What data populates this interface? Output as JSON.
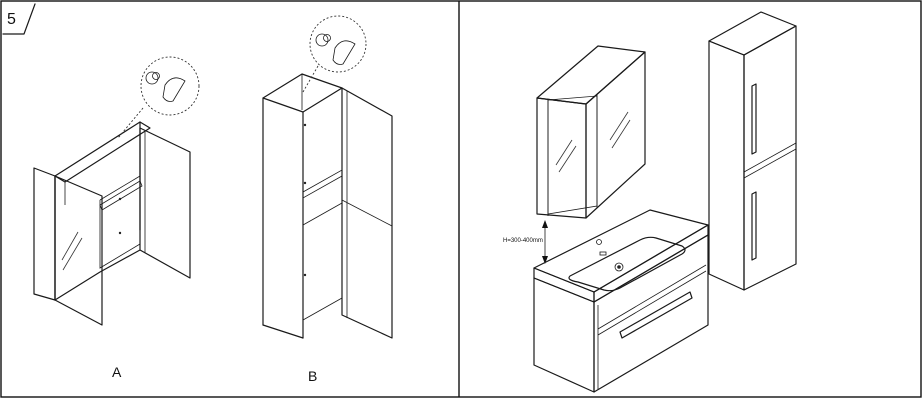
{
  "step": {
    "number": "5"
  },
  "panels": {
    "left": {
      "cabinet_a": {
        "label": "A"
      },
      "cabinet_b": {
        "label": "B"
      }
    },
    "right": {
      "height_dimension": {
        "text": "H=300-400mm"
      }
    }
  }
}
